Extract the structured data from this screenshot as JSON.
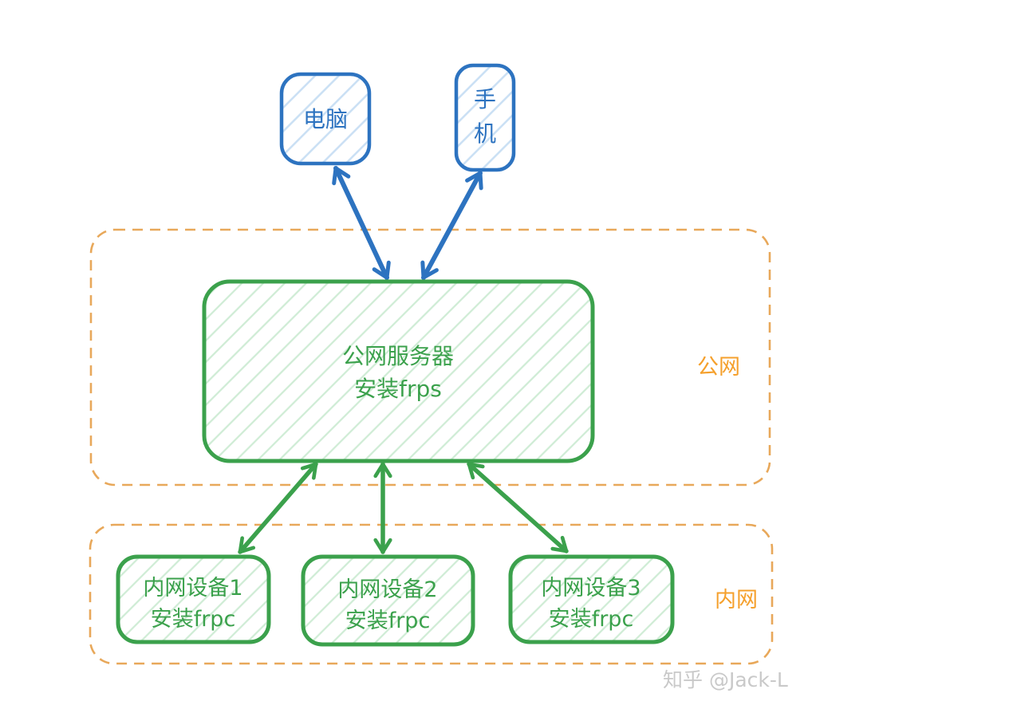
{
  "diagram": {
    "description_visible_text_only": true,
    "zones": {
      "public": {
        "label": "公网"
      },
      "private": {
        "label": "内网"
      }
    },
    "nodes": {
      "computer": {
        "label": "电脑"
      },
      "phone": {
        "label": "手机",
        "label_char1": "手",
        "label_char2": "机"
      },
      "server": {
        "line1": "公网服务器",
        "line2": "安装frps"
      },
      "device1": {
        "line1": "内网设备1",
        "line2": "安装frpc"
      },
      "device2": {
        "line1": "内网设备2",
        "line2": "安装frpc"
      },
      "device3": {
        "line1": "内网设备3",
        "line2": "安装frpc"
      }
    },
    "edges": [
      {
        "from": "computer",
        "to": "server",
        "bidirectional": true,
        "color": "blue"
      },
      {
        "from": "phone",
        "to": "server",
        "bidirectional": true,
        "color": "blue"
      },
      {
        "from": "server",
        "to": "device1",
        "bidirectional": true,
        "color": "green"
      },
      {
        "from": "server",
        "to": "device2",
        "bidirectional": true,
        "color": "green"
      },
      {
        "from": "server",
        "to": "device3",
        "bidirectional": true,
        "color": "green"
      }
    ],
    "colors": {
      "blue_stroke": "#2d73c0",
      "blue_hatch": "#c9dff4",
      "green_stroke": "#3ba14c",
      "green_hatch": "#cfecd5",
      "orange_dash": "#e8a85a",
      "orange_label": "#f5a02c",
      "watermark_gray": "#c9c9c9",
      "background": "#ffffff"
    }
  },
  "watermark": {
    "text": "知乎 @Jack-L"
  }
}
